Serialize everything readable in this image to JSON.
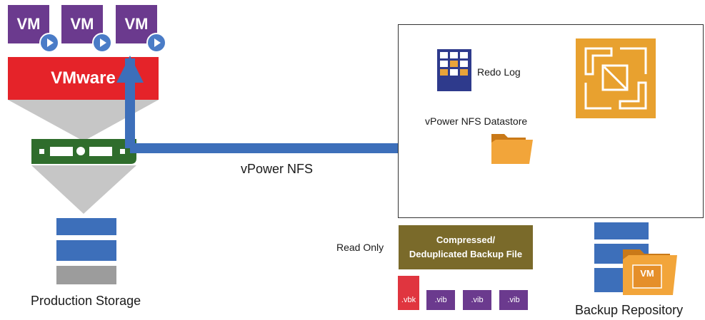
{
  "vms": [
    {
      "label": "VM"
    },
    {
      "label": "VM"
    },
    {
      "label": "VM"
    }
  ],
  "hypervisor": {
    "label": "VMware",
    "color": "#e52329"
  },
  "production_storage": {
    "label": "Production Storage"
  },
  "connection": {
    "label": "vPower NFS",
    "color": "#3d6fba"
  },
  "repository_box": {
    "redo_log": {
      "label": "Redo Log"
    },
    "datastore": {
      "label": "vPower NFS Datastore"
    }
  },
  "backup_file": {
    "line1": "Compressed/",
    "line2": "Deduplicated Backup File",
    "access_label": "Read Only",
    "color": "#7a6a2a"
  },
  "files": [
    {
      "label": ".vbk",
      "kind": "vbk"
    },
    {
      "label": ".vib",
      "kind": "vib"
    },
    {
      "label": ".vib",
      "kind": "vib"
    },
    {
      "label": ".vib",
      "kind": "vib"
    }
  ],
  "backup_repository": {
    "label": "Backup Repository",
    "vm_label": "VM"
  }
}
